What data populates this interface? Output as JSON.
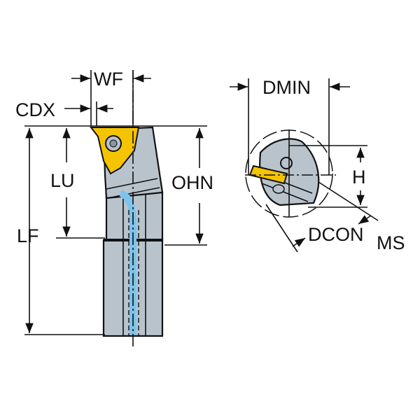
{
  "labels": {
    "wf": "WF",
    "cdx": "CDX",
    "lu": "LU",
    "lf": "LF",
    "ohn": "OHN",
    "dmin": "DMIN",
    "h": "H",
    "dcon": "DCON",
    "dcon_sub": "MS"
  },
  "colors": {
    "body": "#b9c3cc",
    "insert": "#f5c400",
    "coolant": "#7cc4ee",
    "line": "#111111"
  }
}
